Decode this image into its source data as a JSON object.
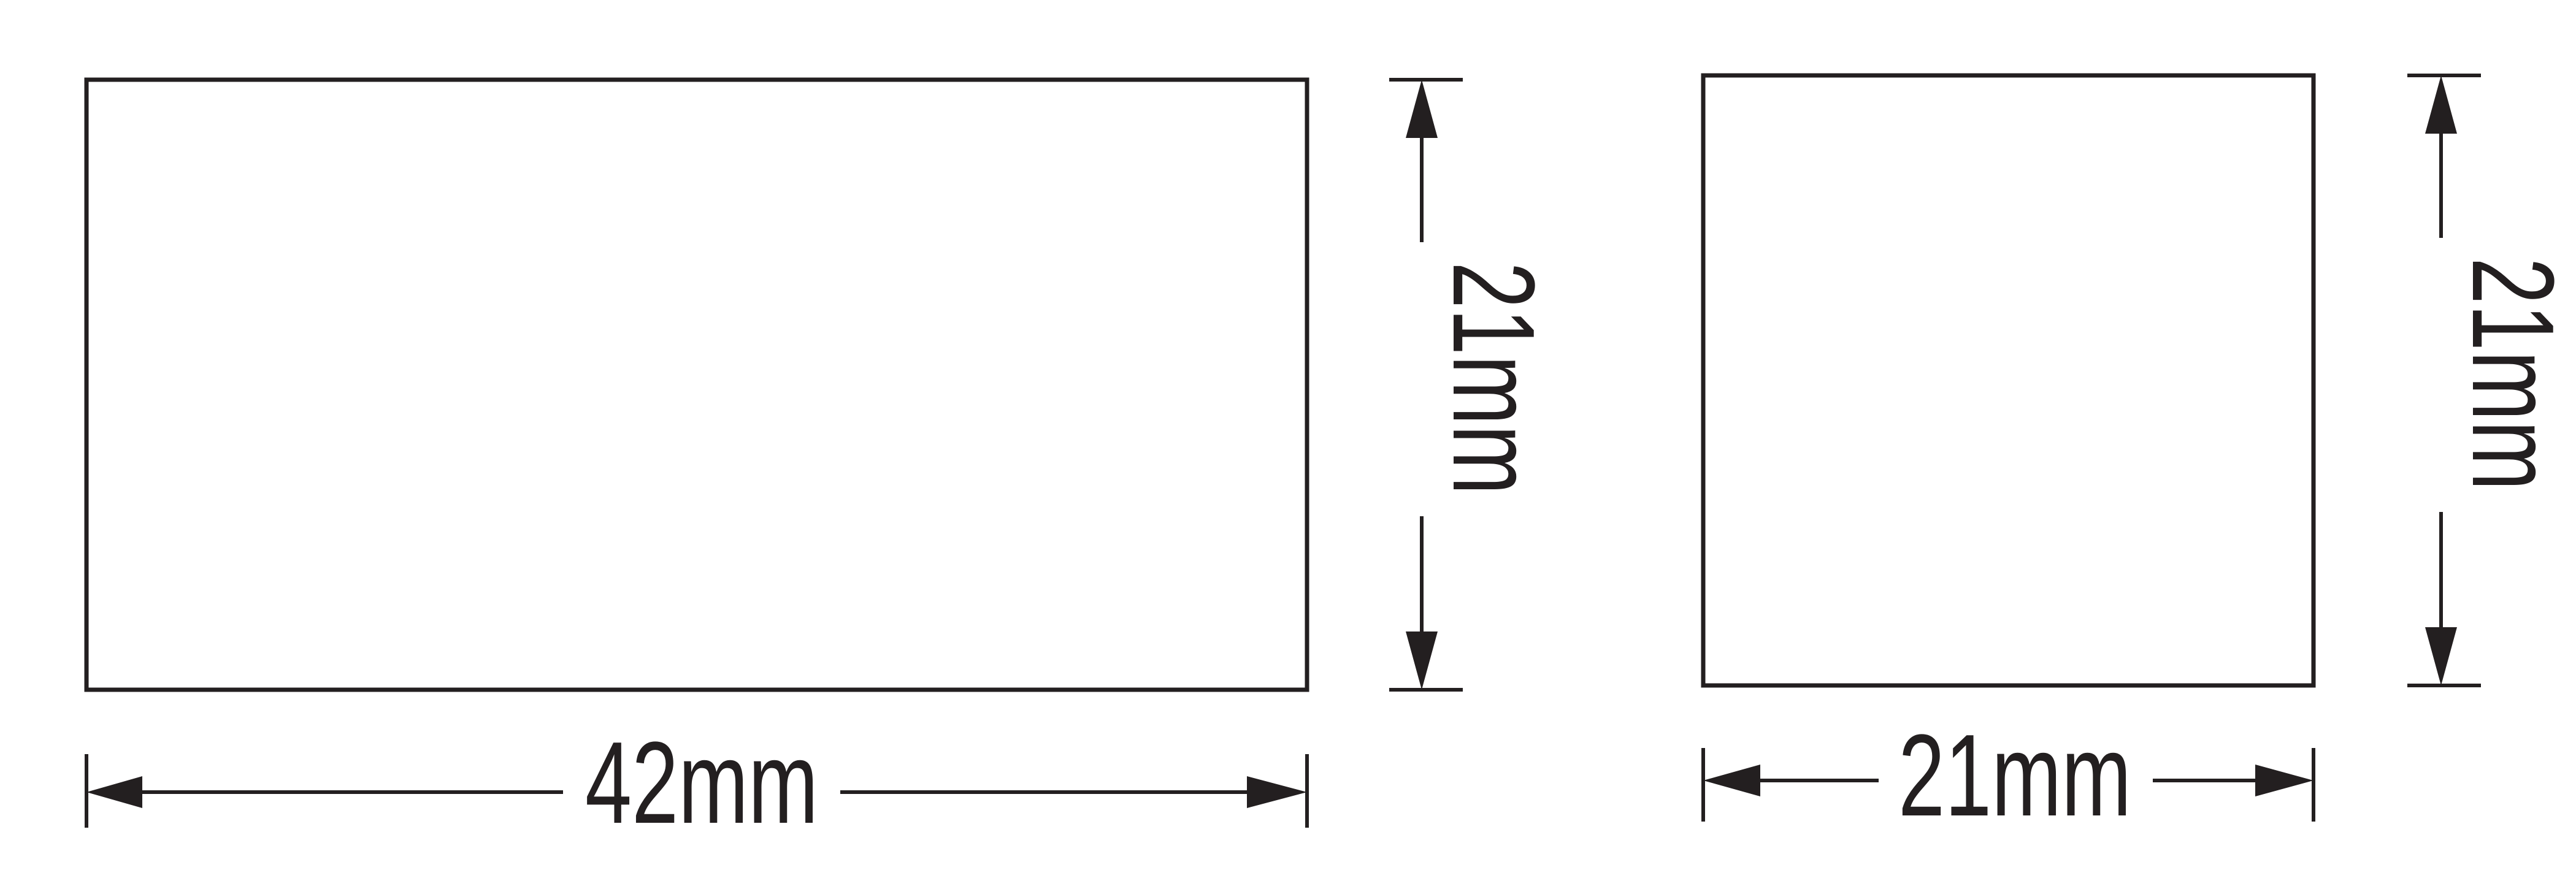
{
  "colors": {
    "ink": "#231f20",
    "background": "#ffffff"
  },
  "shapes": [
    {
      "id": "rectangle",
      "width_label": "42mm",
      "height_label": "21mm"
    },
    {
      "id": "square",
      "width_label": "21mm",
      "height_label": "21mm"
    }
  ]
}
